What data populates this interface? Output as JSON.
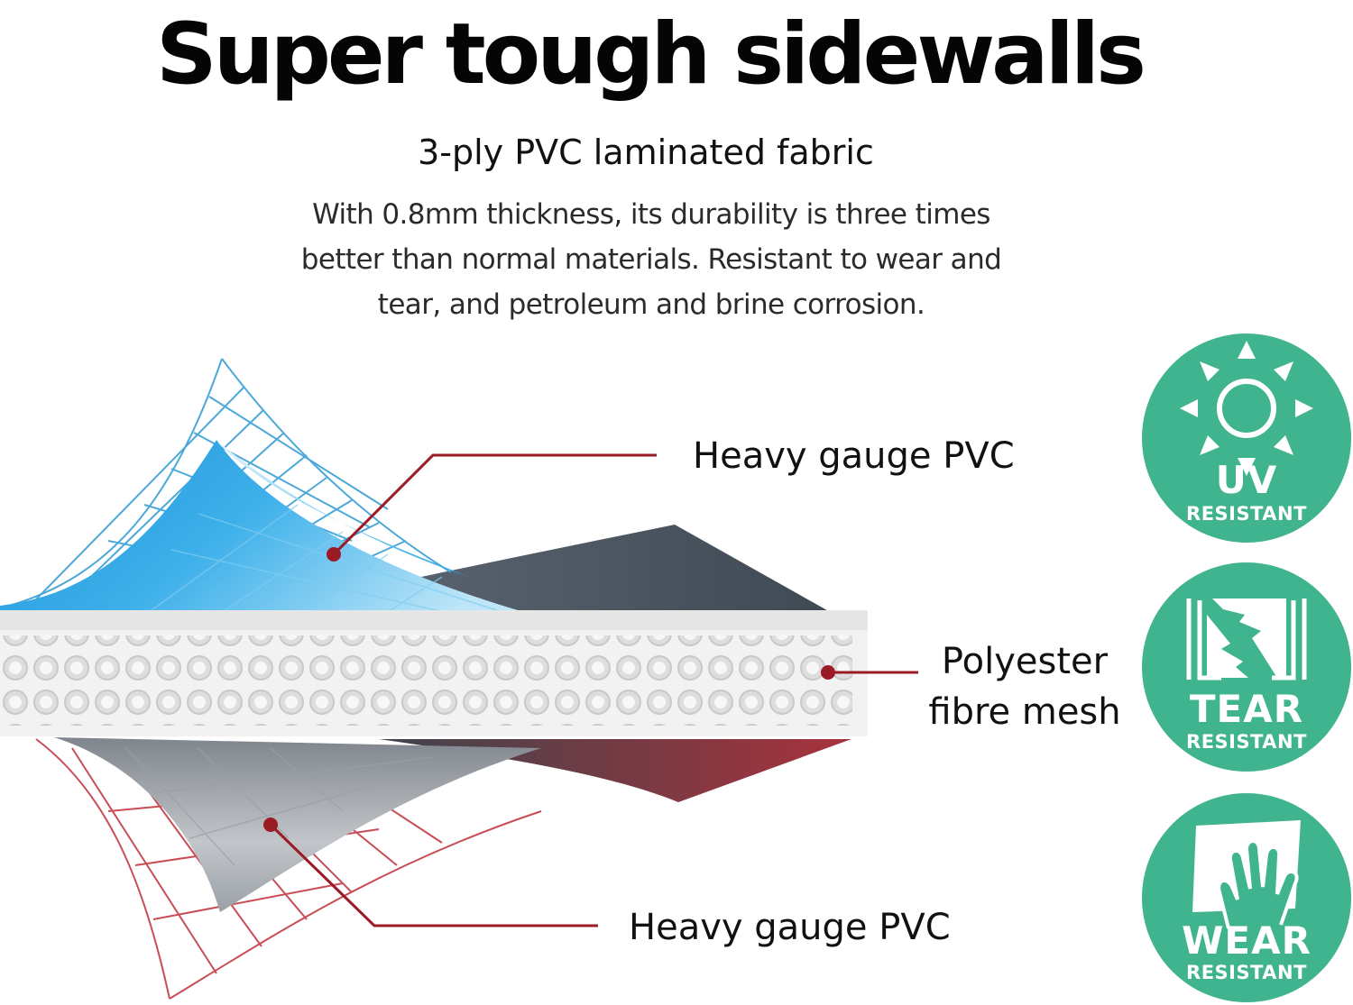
{
  "headline": "Super tough sidewalls",
  "subheadline": "3-ply PVC laminated fabric",
  "description": "With 0.8mm thickness, its durability is three times better than normal materials. Resistant to wear and tear, and petroleum and brine corrosion.",
  "layers": {
    "top": "Heavy gauge PVC",
    "middle": "Polyester fibre mesh",
    "bottom": "Heavy gauge PVC"
  },
  "badges": {
    "uv": {
      "main": "UV",
      "sub": "RESISTANT",
      "icon": "sun-icon"
    },
    "tear": {
      "main": "TEAR",
      "sub": "RESISTANT",
      "icon": "torn-fabric-icon"
    },
    "wear": {
      "main": "WEAR",
      "sub": "RESISTANT",
      "icon": "hand-rubbing-icon"
    }
  },
  "colors": {
    "badge": "#3fb48f",
    "pointer": "#9b1b24",
    "top_layer": "#29a3e0",
    "bottom_layer": "#8a8f98",
    "back_layer": "#4a5460"
  }
}
